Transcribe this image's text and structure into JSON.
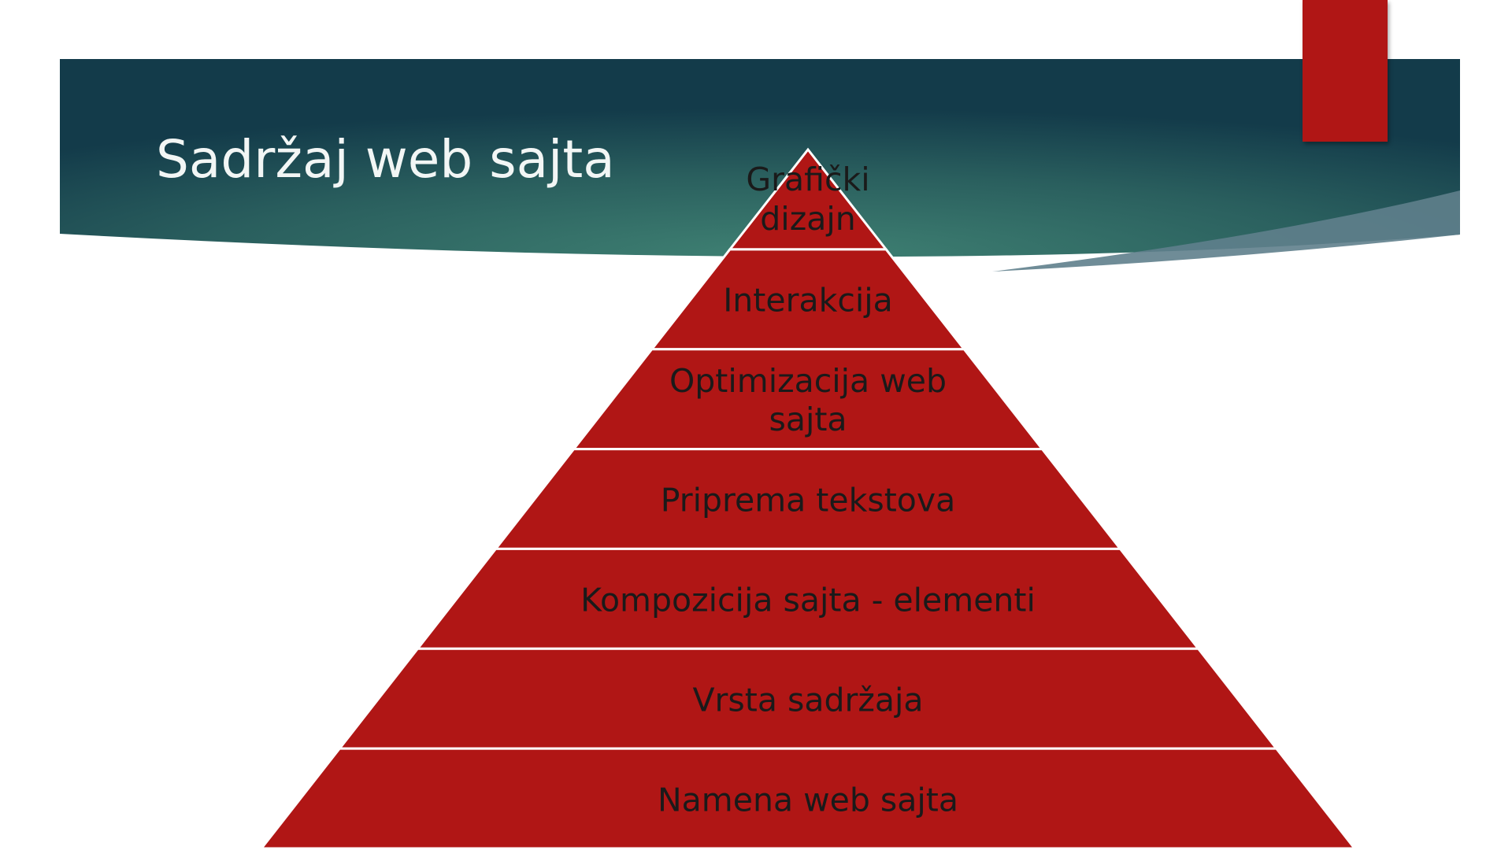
{
  "slide": {
    "title": "Sadržaj web sajta"
  },
  "colors": {
    "banner_dark": "#123a48",
    "banner_light": "#3c7a6f",
    "pyramid_fill": "#b01615",
    "accent_tab": "#b01615",
    "title_text": "#f2f6f5",
    "label_text": "#1a1a1a"
  },
  "pyramid": {
    "levels": [
      {
        "label": "Grafički\ndizajn"
      },
      {
        "label": "Interakcija"
      },
      {
        "label": "Optimizacija web\nsajta"
      },
      {
        "label": "Priprema tekstova"
      },
      {
        "label": "Kompozicija  sajta - elementi"
      },
      {
        "label": "Vrsta sadržaja"
      },
      {
        "label": "Namena web sajta"
      }
    ]
  }
}
